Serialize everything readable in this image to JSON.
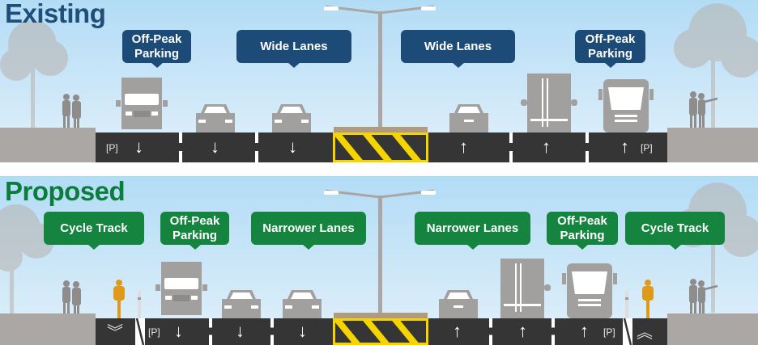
{
  "existing": {
    "title": "Existing",
    "labels": [
      "Off-Peak\nParking",
      "Wide Lanes",
      "Wide Lanes",
      "Off-Peak\nParking"
    ],
    "label_color": "#1c4b77",
    "lanes": {
      "southbound": [
        {
          "tag": "[P]",
          "arrow": "↓"
        },
        {
          "arrow": "↓"
        },
        {
          "arrow": "↓"
        }
      ],
      "northbound": [
        {
          "arrow": "↑"
        },
        {
          "arrow": "↑"
        },
        {
          "arrow": "↑",
          "tag": "[P]"
        }
      ]
    },
    "vehicles": [
      "box-truck",
      "car",
      "car",
      "car",
      "semi-trailer",
      "bus"
    ]
  },
  "proposed": {
    "title": "Proposed",
    "labels": [
      "Cycle Track",
      "Off-Peak\nParking",
      "Narrower Lanes",
      "Narrower Lanes",
      "Off-Peak\nParking",
      "Cycle Track"
    ],
    "label_color": "#14843f",
    "lanes": {
      "southbound": [
        {
          "chevron": "︾"
        },
        {
          "tag": "[P]",
          "arrow": "↓"
        },
        {
          "arrow": "↓"
        },
        {
          "arrow": "↓"
        }
      ],
      "northbound": [
        {
          "arrow": "↑"
        },
        {
          "arrow": "↑"
        },
        {
          "arrow": "↑",
          "tag": "[P]"
        },
        {
          "chevron": "︽"
        }
      ]
    },
    "vehicles": [
      "cyclist",
      "box-truck",
      "car",
      "car",
      "car",
      "semi-trailer",
      "bus",
      "cyclist"
    ]
  },
  "colors": {
    "existing_title": "#1f4e79",
    "proposed_title": "#0a7d3c",
    "road": "#353535",
    "median_stripe": "#f5d400",
    "cyclist": "#e09a1a",
    "vehicle": "#9c9a99"
  }
}
